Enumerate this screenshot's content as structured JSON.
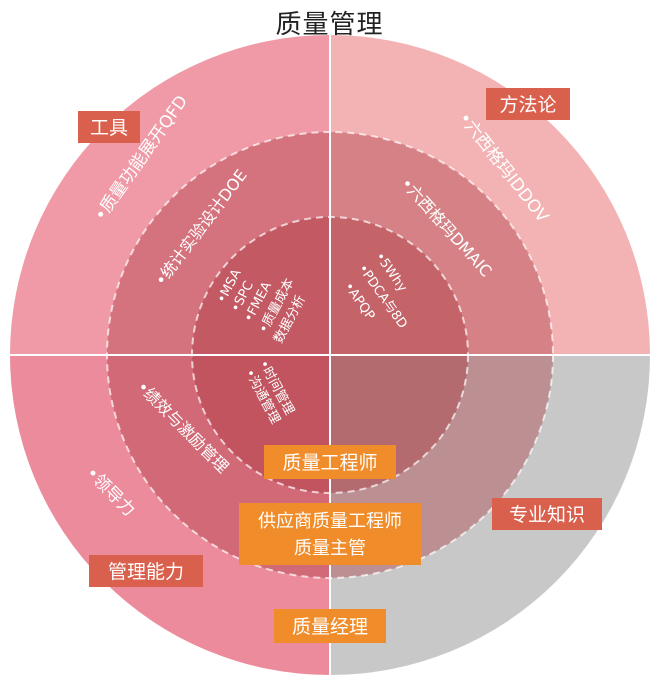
{
  "title": "质量管理",
  "colors": {
    "topLeft": "#ef9aa6",
    "topRight": "#f3b2b3",
    "bottomLeft": "#ec8b9c",
    "bottomRight": "#c9c8c9",
    "labelRed": "#d9604d",
    "labelOrange": "#f08c2a"
  },
  "quadrants": {
    "tools": "工具",
    "methodology": "方法论",
    "management": "管理能力",
    "expertise": "专业知识"
  },
  "roles": {
    "engineer": "质量工程师",
    "supplier_line1": "供应商质量工程师",
    "supplier_line2": "质量主管",
    "manager": "质量经理"
  },
  "outer_ring": {
    "qfd": "•质量功能展开QFD",
    "iddov": "•六西格玛IDDOV",
    "leadership": "•领导力"
  },
  "middle_ring": {
    "doe": "•统计实验设计DOE",
    "dmaic": "•六西格玛DMAIC",
    "performance": "•绩效与激励管理"
  },
  "inner_ring": {
    "tools": [
      "•MSA",
      "•SPC",
      "•FMEA",
      "•质量成本",
      "  数据分析"
    ],
    "methods": [
      "•5Why",
      "•PDCA与8D",
      "•APQP"
    ],
    "management": [
      "•时间管理",
      "•沟通管理"
    ]
  }
}
